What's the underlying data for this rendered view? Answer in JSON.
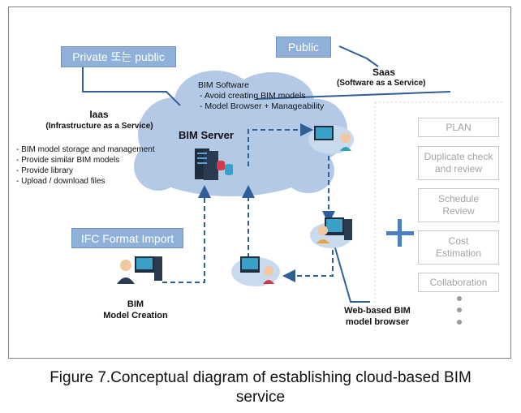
{
  "diagram": {
    "private_or_public": "Private 또는 public",
    "public": "Public",
    "saas_title": "Saas",
    "saas_subtitle": "(Software as a Service)",
    "iaas_title": "Iaas",
    "iaas_subtitle": "(Infrastructure as a Service)",
    "iaas_items": [
      "- BIM model storage and management",
      "- Provide similar BIM models",
      "- Provide library",
      "- Upload / download files"
    ],
    "bim_software_title": "BIM Software",
    "bim_software_items": [
      "- Avoid creating BIM models",
      "- Model Browser + Manageability"
    ],
    "bim_server": "BIM Server",
    "ifc_import": "IFC Format Import",
    "bim_model_creation_line1": "BIM",
    "bim_model_creation_line2": "Model Creation",
    "web_browser_line1": "Web-based BIM",
    "web_browser_line2": "model browser",
    "plus_sign": "+",
    "services": [
      {
        "line1": "PLAN",
        "line2": ""
      },
      {
        "line1": "Duplicate check",
        "line2": "and review"
      },
      {
        "line1": "Schedule",
        "line2": "Review"
      },
      {
        "line1": "Cost",
        "line2": "Estimation"
      },
      {
        "line1": "Collaboration",
        "line2": ""
      }
    ],
    "colors": {
      "cloud_fill": "#b3c9e6",
      "label_box": "#8fb1d9",
      "arrow": "#2e5f99",
      "plus": "#4a7fc4"
    }
  },
  "caption": {
    "line1": "Figure 7.Conceptual diagram of establishing cloud-based BIM",
    "line2": "service"
  }
}
